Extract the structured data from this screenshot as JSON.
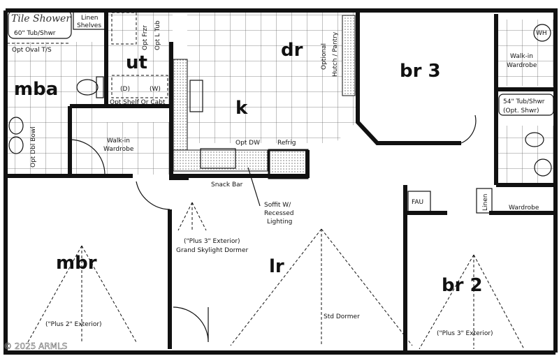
{
  "rooms": {
    "mba": "mba",
    "ut": "ut",
    "dr": "dr",
    "k": "k",
    "br3": "br 3",
    "mbr": "mbr",
    "lr": "lr",
    "br2": "br 2"
  },
  "labels": {
    "tub_shwr_60": "60\" Tub/Shwr",
    "handwritten_note": "Tile Shower",
    "linen_shelves_1": "Linen",
    "linen_shelves_2": "Shelves",
    "opt_oval_ts": "Opt Oval T/S",
    "opt_dbl_bowl": "Opt Dbl Bowl",
    "walkin_wardrobe_mba_1": "Walk-in",
    "walkin_wardrobe_mba_2": "Wardrobe",
    "opt_frzr": "Opt Frzr",
    "opt_l_tub": "Opt L Tub",
    "dryer": "(D)",
    "washer": "(W)",
    "opt_shelf_cabt": "Opt Shelf Or Cabt",
    "hutch_1": "Optional",
    "hutch_2": "Hutch / Pantry",
    "opt_dw": "Opt DW",
    "refrig": "Refrig",
    "snack_bar": "Snack Bar",
    "soffit_1": "Soffit W/",
    "soffit_2": "Recessed",
    "soffit_3": "Lighting",
    "wh": "WH",
    "walkin_wardrobe_br3_1": "Walk-in",
    "walkin_wardrobe_br3_2": "Wardrobe",
    "tub_shwr_54_1": "54\" Tub/Shwr",
    "tub_shwr_54_2": "(Opt. Shwr)",
    "fau": "FAU",
    "linen": "Linen",
    "wardrobe_br2": "Wardrobe",
    "skylight_1": "(\"Plus 3\" Exterior)",
    "skylight_2": "Grand Skylight Dormer",
    "mbr_dormer": "(\"Plus 2\" Exterior)",
    "std_dormer": "Std Dormer",
    "br2_dormer": "(\"Plus 3\" Exterior)"
  },
  "watermark": "© 2025 ARMLS"
}
